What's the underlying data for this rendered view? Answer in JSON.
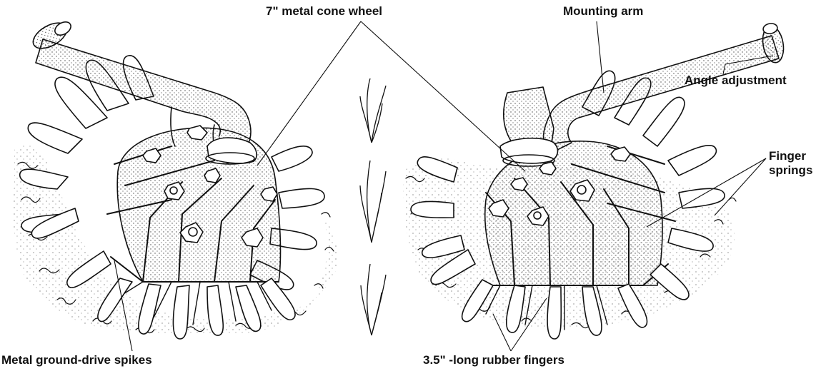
{
  "labels": {
    "cone_wheel": "7\"  metal cone wheel",
    "mounting_arm": "Mounting arm",
    "angle_adjustment": "Angle adjustment",
    "finger_springs": "Finger\nsprings",
    "spikes": "Metal ground-drive spikes",
    "rubber_fingers": "3.5\" -long rubber fingers"
  },
  "colors": {
    "ink": "#111111",
    "fill": "#ffffff",
    "stipple": "#444444"
  }
}
